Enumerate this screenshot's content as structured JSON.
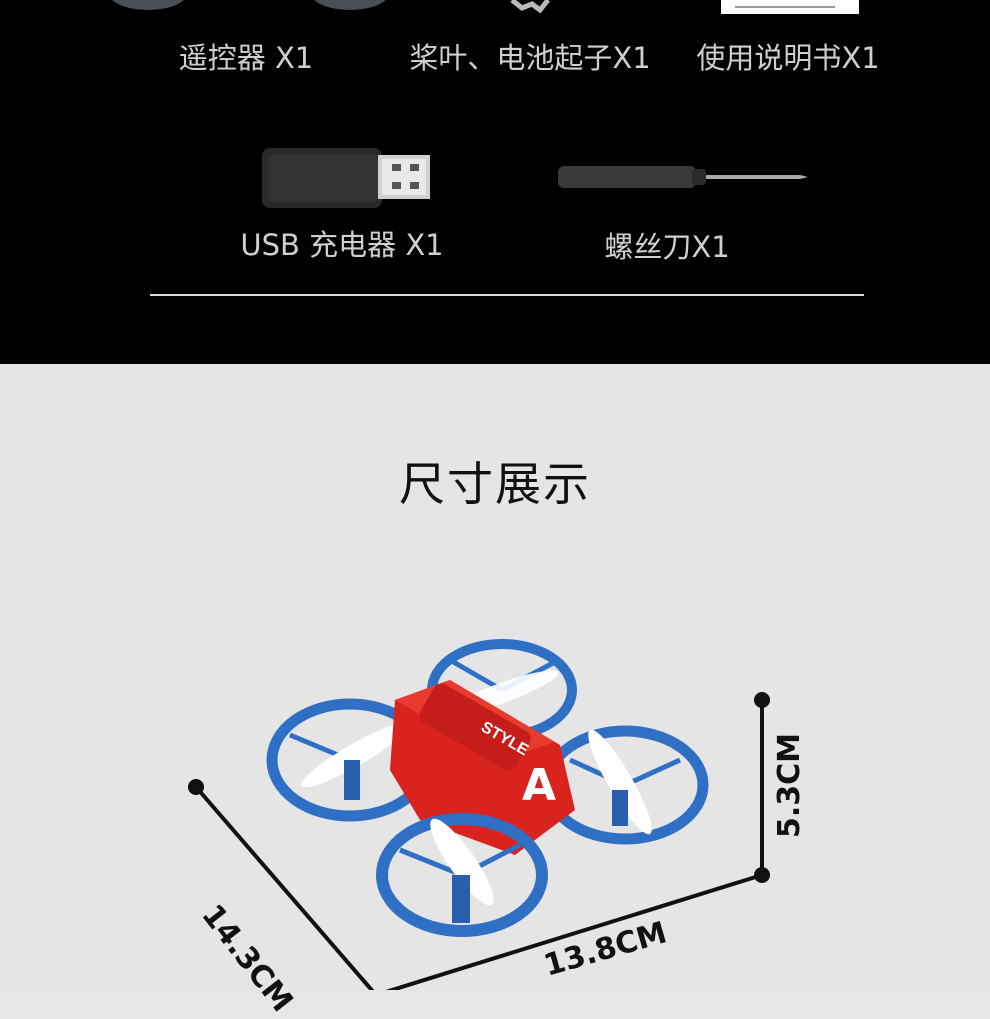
{
  "accessories": {
    "remote_label": "遥控器 X1",
    "propeller_label": "桨叶、电池起子X1",
    "manual_label": "使用说明书X1",
    "usb_label": "USB 充电器 X1",
    "screwdriver_label": "螺丝刀X1"
  },
  "size_section": {
    "title": "尺寸展示",
    "length_label": "14.3CM",
    "width_label": "13.8CM",
    "height_label": "5.3CM"
  },
  "drone": {
    "brand_text": "STYLE",
    "body_color": "#d8231f",
    "guard_color": "#2f6fc4"
  }
}
